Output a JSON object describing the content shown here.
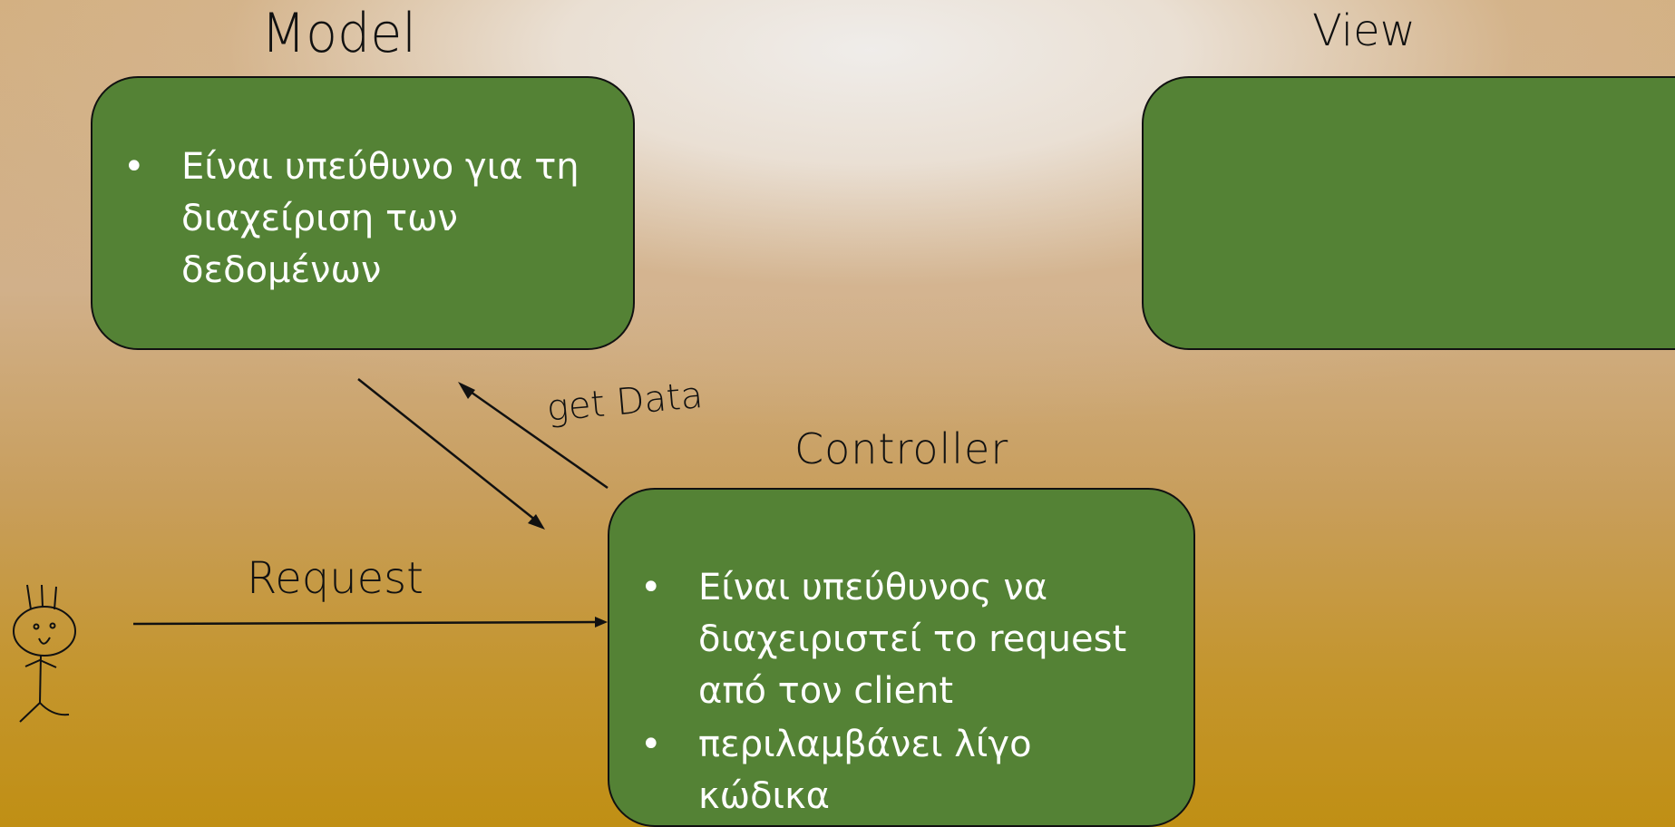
{
  "labels": {
    "model": "Model",
    "view": "View",
    "controller": "Controller",
    "get_data": "get Data",
    "request": "Request"
  },
  "model_box": {
    "bullets": [
      "Είναι υπεύθυνο για τη διαχείριση των δεδομένων"
    ]
  },
  "controller_box": {
    "bullets": [
      "Είναι υπεύθυνος να διαχειριστεί το request από τον client",
      "περιλαμβάνει λίγο κώδικα"
    ]
  },
  "bullet_symbol": "•",
  "colors": {
    "box_fill": "#548235",
    "box_border": "#111111",
    "box_text": "#ffffff"
  }
}
